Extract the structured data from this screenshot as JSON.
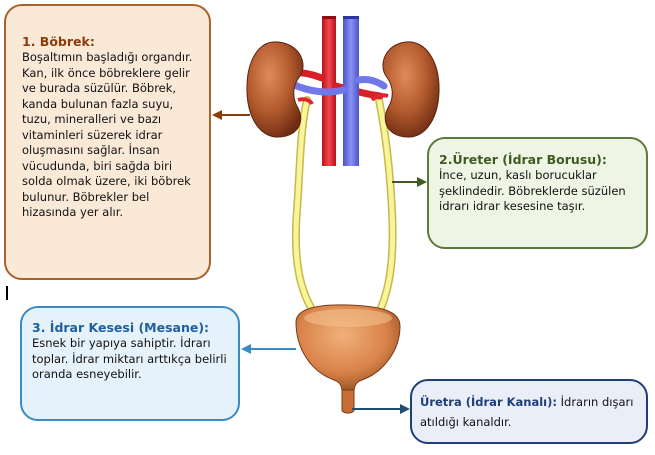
{
  "kidney_box": {
    "title": "1. Böbrek:",
    "text": "Boşaltımın başladığı organdır. Kan, ilk önce böbreklere gelir ve burada süzülür. Böbrek, kanda bulunan fazla suyu, tuzu, mineralleri ve bazı vitaminleri süzerek idrar oluşmasını sağlar. İnsan vücudunda, biri sağda biri solda olmak üzere, iki böbrek bulunur. Böbrekler bel hizasında yer alır."
  },
  "ureter_box": {
    "title": "2.Üreter (İdrar Borusu):",
    "text": "İnce, uzun, kaslı borucuklar şeklindedir. Böbreklerde süzülen idrarı idrar kesesine taşır."
  },
  "bladder_box": {
    "title": "3. İdrar Kesesi (Mesane):",
    "text": "Esnek bir yapıya sahiptir. İdrarı toplar. İdrar miktarı arttıkça belirli oranda esneyebilir."
  },
  "urethra_box": {
    "title": "Üretra (İdrar Kanalı):",
    "text": " İdrarın dışarı atıldığı kanaldır."
  },
  "colors": {
    "kidney": "#b35a2e",
    "artery": "#e0252f",
    "vein": "#6a72e6",
    "ureter": "#f6f088",
    "bladder": "#d9834a",
    "arrow_kidney": "#8a3d0c",
    "arrow_ureter": "#3f5b22",
    "arrow_bladder": "#3a8ac6",
    "arrow_urethra": "#1f4f6e"
  }
}
